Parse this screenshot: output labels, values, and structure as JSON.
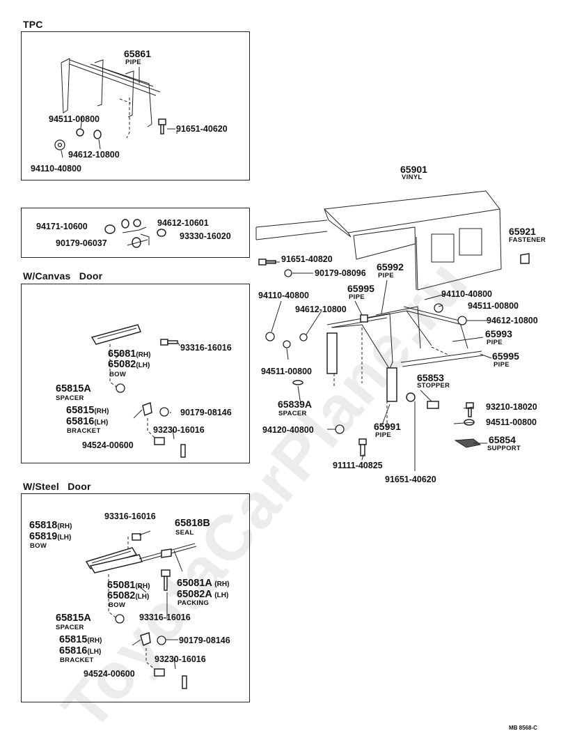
{
  "watermark": "ToyotaCarPlane.ru",
  "sections": {
    "tpc": "TPC",
    "canvas": "W/Canvas   Door",
    "steel": "W/Steel   Door"
  },
  "tpc_parts": {
    "p65861": "65861",
    "p65861_name": "PIPE",
    "p94511_00800": "94511-00800",
    "p94612_10800": "94612-10800",
    "p94110_40800": "94110-40800",
    "p91651_40620": "91651-40620"
  },
  "small_box": {
    "p94171_10600": "94171-10600",
    "p94612_10601": "94612-10601",
    "p90179_06037": "90179-06037",
    "p93330_16020": "93330-16020"
  },
  "canvas_parts": {
    "p65081": "65081",
    "p65082": "65082",
    "bow": "BOW",
    "p93316_16016": "93316-16016",
    "p65815A": "65815A",
    "spacer": "SPACER",
    "p65815": "65815",
    "p65816": "65816",
    "bracket": "BRACKET",
    "p90179_08146": "90179-08146",
    "p93230_16016": "93230-16016",
    "p94524_00600": "94524-00600",
    "rh": "(RH)",
    "lh": "(LH)"
  },
  "steel_parts": {
    "p93316_16016_top": "93316-16016",
    "p65818B": "65818B",
    "seal": "SEAL",
    "p65818": "65818",
    "p65819": "65819",
    "bow1": "BOW",
    "p65081": "65081",
    "p65082": "65082",
    "bow2": "BOW",
    "p65081A": "65081A",
    "p65082A": "65082A",
    "packing": "PACKING",
    "p93316_16016_mid": "93316-16016",
    "p65815A": "65815A",
    "spacer": "SPACER",
    "p65815": "65815",
    "p65816": "65816",
    "bracket": "BRACKET",
    "p90179_08146": "90179-08146",
    "p93230_16016": "93230-16016",
    "p94524_00600": "94524-00600",
    "rh": "(RH)",
    "lh": "(LH)"
  },
  "main_parts": {
    "p65901": "65901",
    "vinyl": "VINYL",
    "p65921": "65921",
    "fastener": "FASTENER",
    "p91651_40820": "91651-40820",
    "p90179_08096": "90179-08096",
    "p65992": "65992",
    "pipe_65992": "PIPE",
    "p94110_40800_l": "94110-40800",
    "p65995_a": "65995",
    "pipe_65995_a": "PIPE",
    "p94612_10800_l": "94612-10800",
    "p94110_40800_r": "94110-40800",
    "p94511_00800_r": "94511-00800",
    "p94612_10800_r": "94612-10800",
    "p65993": "65993",
    "pipe_65993": "PIPE",
    "p65995_b": "65995",
    "pipe_65995_b": "PIPE",
    "p94511_00800_l": "94511-00800",
    "p65853": "65853",
    "stopper": "STOPPER",
    "p65839A": "65839A",
    "spacer": "SPACER",
    "p93210_18020": "93210-18020",
    "p94511_00800_b": "94511-00800",
    "p94120_40800": "94120-40800",
    "p65991": "65991",
    "pipe_65991": "PIPE",
    "p65854": "65854",
    "support": "SUPPORT",
    "p91111_40825": "91111-40825",
    "p91651_40620": "91651-40620"
  },
  "footer": "MB 8568-C"
}
